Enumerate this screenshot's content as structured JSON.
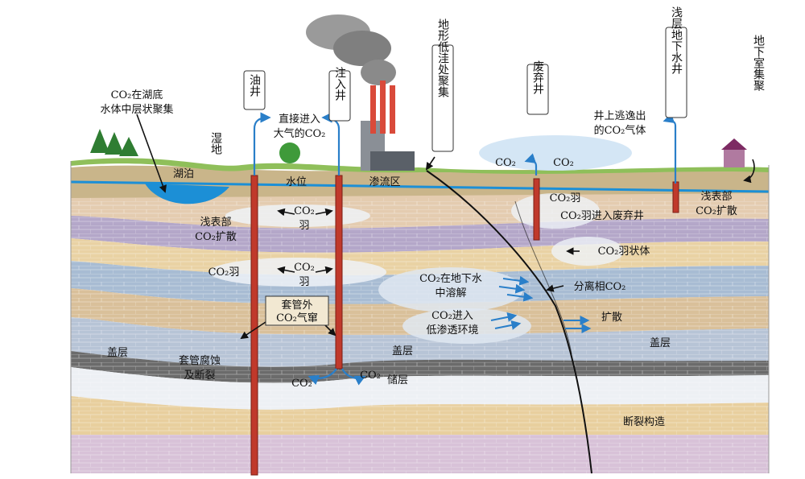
{
  "labels": {
    "lake_co2_a": "CO₂在湖底",
    "lake_co2_b": "水体中层状聚集",
    "wetland": "湿地",
    "lake": "湖泊",
    "oil_well": "油井",
    "injection_well": "注入井",
    "direct_atm_a": "直接进入",
    "direct_atm_b": "大气的CO₂",
    "water_level": "水位",
    "seepage": "渗流区",
    "topo_low": "地形低洼处聚集",
    "abandoned_well": "废弃井",
    "shallow_gw_well": "浅层地下水井",
    "basement": "地下室集聚",
    "co2_a": "CO₂",
    "co2_b": "CO₂",
    "well_escape_a": "井上逃逸出",
    "well_escape_b": "的CO₂气体",
    "shallow_diff_left_a": "浅表部",
    "shallow_diff_left_b": "CO₂扩散",
    "plume_1_a": "CO₂",
    "plume_1_b": "羽",
    "co2_plume_right": "CO₂羽",
    "plume_enter_abandoned": "CO₂羽进入废弃井",
    "shallow_diff_right_a": "浅表部",
    "shallow_diff_right_b": "CO₂扩散",
    "co2_plume_body": "CO₂羽状体",
    "co2_plume_left": "CO₂羽",
    "plume_2_a": "CO₂",
    "plume_2_b": "羽",
    "dissolve_a": "CO₂在地下水",
    "dissolve_b": "中溶解",
    "separated": "分离相CO₂",
    "casing_a": "套管外",
    "casing_b": "CO₂气窜",
    "low_perm_a": "CO₂进入",
    "low_perm_b": "低渗透环境",
    "diffusion": "扩散",
    "cap_left": "盖层",
    "cap_mid": "盖层",
    "cap_right": "盖层",
    "corrosion_a": "套管腐蚀",
    "corrosion_b": "及断裂",
    "co2_res_a": "CO₂",
    "co2_res_b": "CO₂",
    "reservoir": "储层",
    "fault": "断裂构造"
  },
  "colors": {
    "sand": "#e9d2a4",
    "blue_gray": "#b9c7d8",
    "purple": "#a79ac0",
    "dark_band": "#6b6b6b",
    "water": "#1c8fd6",
    "well_red": "#c0392b",
    "arrow_blue": "#2a7fc9",
    "grass": "#8fbf5a"
  }
}
